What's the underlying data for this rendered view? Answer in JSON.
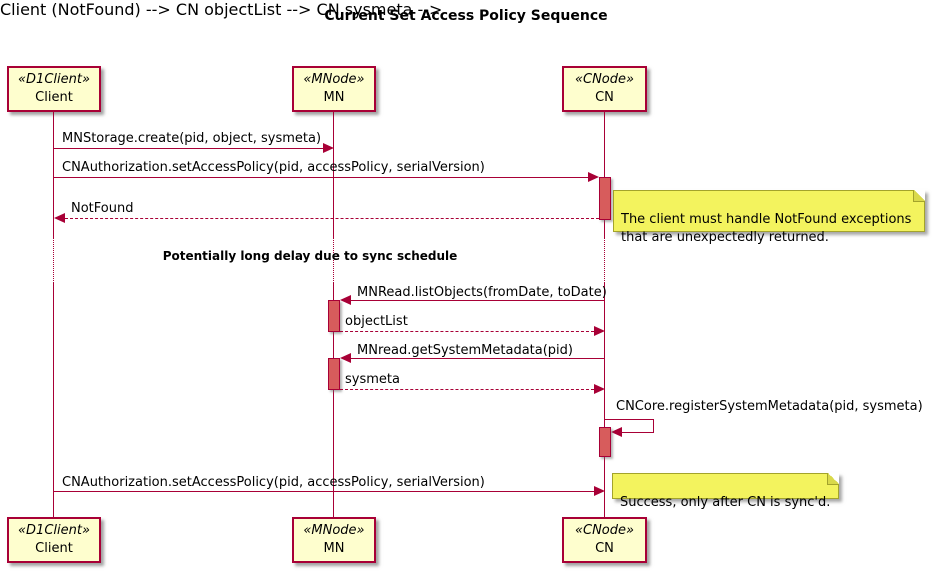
{
  "title": "Current Set Access Policy Sequence",
  "participants": [
    {
      "stereotype": "«D1Client»",
      "name": "Client"
    },
    {
      "stereotype": "«MNode»",
      "name": "MN"
    },
    {
      "stereotype": "«CNode»",
      "name": "CN"
    }
  ],
  "messages": [
    {
      "from": "Client",
      "to": "MN",
      "style": "solid",
      "label": "MNStorage.create(pid, object, sysmeta)"
    },
    {
      "from": "Client",
      "to": "CN",
      "style": "solid",
      "label": "CNAuthorization.setAccessPolicy(pid, accessPolicy, serialVersion)"
    },
    {
      "from": "CN",
      "to": "Client",
      "style": "dashed",
      "label": "NotFound"
    },
    {
      "from": "CN",
      "to": "MN",
      "style": "solid",
      "label": "MNRead.listObjects(fromDate, toDate)"
    },
    {
      "from": "MN",
      "to": "CN",
      "style": "dashed",
      "label": "objectList"
    },
    {
      "from": "CN",
      "to": "MN",
      "style": "solid",
      "label": "MNread.getSystemMetadata(pid)"
    },
    {
      "from": "MN",
      "to": "CN",
      "style": "dashed",
      "label": "sysmeta"
    },
    {
      "from": "CN",
      "to": "CN",
      "style": "self",
      "label": "CNCore.registerSystemMetadata(pid, sysmeta)"
    },
    {
      "from": "Client",
      "to": "CN",
      "style": "solid",
      "label": "CNAuthorization.setAccessPolicy(pid, accessPolicy, serialVersion)"
    }
  ],
  "divider": {
    "label": "Potentially long delay due to sync schedule"
  },
  "notes": [
    {
      "attached_to": "CN",
      "text": "The client must handle NotFound exceptions\nthat are unexpectedly returned."
    },
    {
      "attached_to": "CN",
      "text": "Success, only after CN is sync'd."
    }
  ],
  "colors": {
    "accent": "#A80036",
    "participant_fill": "#FEFECE",
    "note_fill": "#F3F35E",
    "note_border": "#A3A32B",
    "activation_fill": "#D75C5C",
    "background": "#FFFFFF"
  }
}
